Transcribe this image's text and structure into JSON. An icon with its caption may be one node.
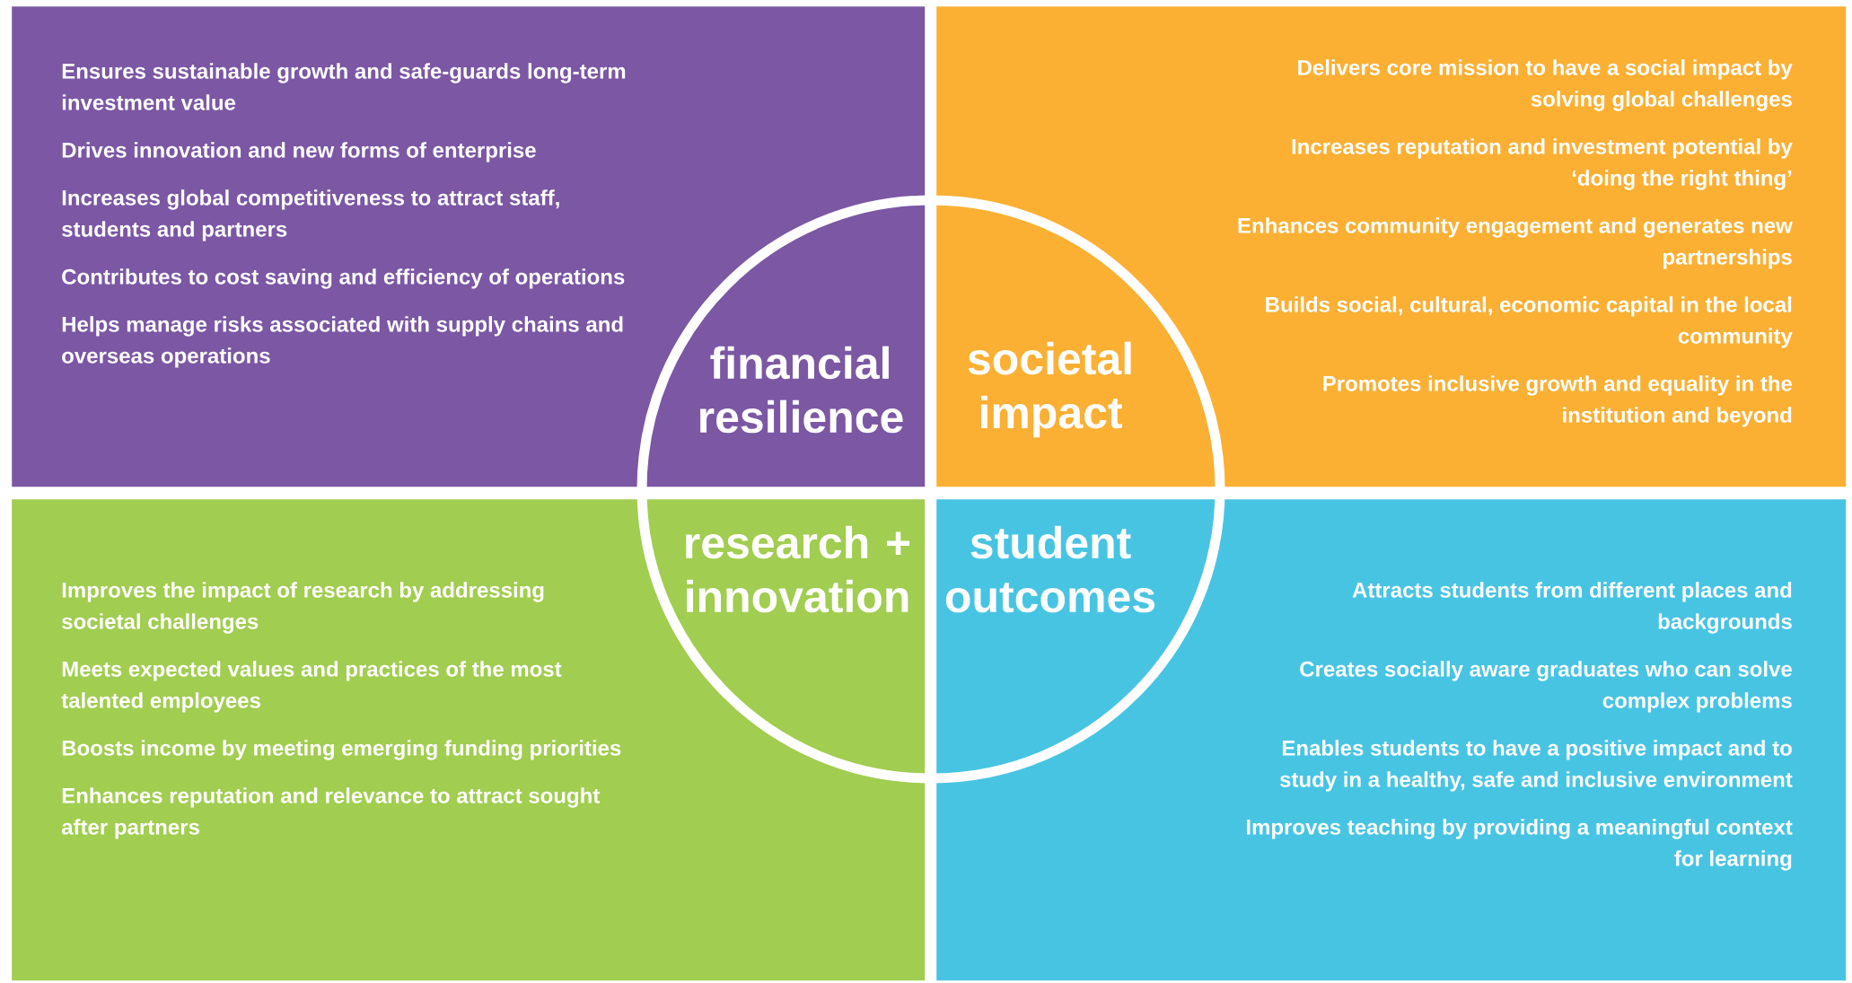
{
  "diagram": {
    "nodes": [
      {
        "text": [
          "financial resilience",
          "Ensures sustainable growth and safe-guards long-term investment value",
          "Drives innovation and new forms of enterprise",
          "Increases global competitiveness to attract staff, students and partners",
          "Contributes to cost saving and efficiency of operations",
          "Helps manage risks associated with supply chains and overseas operations"
        ]
      },
      {
        "text": [
          "societal impact",
          "Delivers core mission to have a social impact by solving global challenges",
          "Increases reputation and investment potential by ‘doing the right thing’",
          "Enhances community engagement and generates new partnerships",
          "Builds social, cultural, economic capital in the local community",
          "Promotes inclusive growth and equality in the institution and beyond"
        ]
      },
      {
        "text": [
          "research + innovation",
          "Improves the impact of research by addressing societal challenges",
          "Meets expected values and practices of the most talented employees",
          "Boosts income by meeting emerging funding priorities",
          "Enhances reputation and relevance to attract sought after partners"
        ]
      },
      {
        "text": [
          "student outcomes",
          "Attracts students from different places and backgrounds",
          "Creates socially aware graduates who can solve complex problems",
          "Enables students to have a positive impact and to study in a healthy, safe and inclusive environment",
          "Improves teaching by providing a meaningful context for learning"
        ]
      }
    ]
  }
}
